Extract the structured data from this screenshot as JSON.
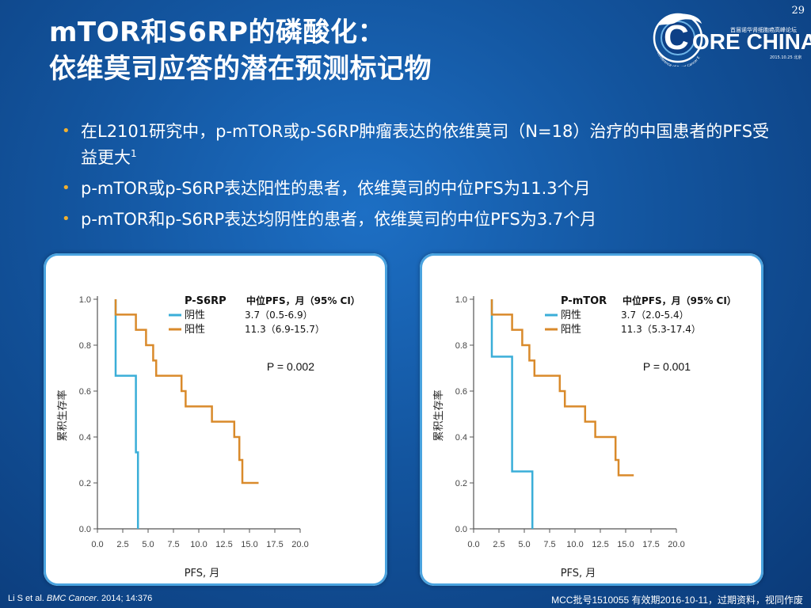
{
  "slide_number": "29",
  "title_line1": "mTOR和S6RP的磷酸化：",
  "title_line2": "依维莫司应答的潜在预测标记物",
  "logo": {
    "text": "ORE CHINA",
    "letter": "C",
    "sub": "首届诺华肾细胞癌高峰论坛",
    "date": "2015.10.25 北京",
    "arc": "Conference of Renal Cancer Experts in China"
  },
  "bullets": [
    {
      "text": "在L2101研究中，p-mTOR或p-S6RP肿瘤表达的依维莫司（N=18）治疗的中国患者的PFS受益更大",
      "sup": "1"
    },
    {
      "text": "p-mTOR或p-S6RP表达阳性的患者，依维莫司的中位PFS为11.3个月",
      "sup": ""
    },
    {
      "text": "p-mTOR和p-S6RP表达均阴性的患者，依维莫司的中位PFS为3.7个月",
      "sup": ""
    }
  ],
  "colors": {
    "negative": "#3aaed8",
    "positive": "#d98a2b",
    "bullet": "#f0b030"
  },
  "chart_data": [
    {
      "type": "line",
      "marker_name": "P-S6RP",
      "legend_header": "中位PFS，月（95% CI）",
      "xlabel": "PFS, 月",
      "ylabel": "累积生存率",
      "xlim": [
        0,
        20
      ],
      "ylim": [
        0,
        1.0
      ],
      "xticks": [
        "0.0",
        "2.5",
        "5.0",
        "7.5",
        "10.0",
        "12.5",
        "15.0",
        "17.5",
        "20.0"
      ],
      "yticks": [
        "0.0",
        "0.2",
        "0.4",
        "0.6",
        "0.8",
        "1.0"
      ],
      "p_value": "P = 0.002",
      "series": [
        {
          "name": "阴性",
          "ci": "3.7（0.5-6.9）",
          "x": [
            1.8,
            1.8,
            3.8,
            3.8,
            4.0,
            4.0
          ],
          "y": [
            1.0,
            0.667,
            0.667,
            0.333,
            0.333,
            0.0
          ]
        },
        {
          "name": "阳性",
          "ci": "11.3（6.9-15.7）",
          "x": [
            1.8,
            1.8,
            3.8,
            3.8,
            4.8,
            4.8,
            5.5,
            5.5,
            5.8,
            5.8,
            8.3,
            8.3,
            8.7,
            8.7,
            11.3,
            11.3,
            13.5,
            13.5,
            14.0,
            14.0,
            14.3,
            14.3,
            15.9
          ],
          "y": [
            1.0,
            0.933,
            0.933,
            0.867,
            0.867,
            0.8,
            0.8,
            0.733,
            0.733,
            0.667,
            0.667,
            0.6,
            0.6,
            0.533,
            0.533,
            0.467,
            0.467,
            0.4,
            0.4,
            0.3,
            0.3,
            0.2,
            0.2
          ]
        }
      ]
    },
    {
      "type": "line",
      "marker_name": "P-mTOR",
      "legend_header": "中位PFS，月（95% CI）",
      "xlabel": "PFS, 月",
      "ylabel": "累积生存率",
      "xlim": [
        0,
        20
      ],
      "ylim": [
        0,
        1.0
      ],
      "xticks": [
        "0.0",
        "2.5",
        "5.0",
        "7.5",
        "10.0",
        "12.5",
        "15.0",
        "17.5",
        "20.0"
      ],
      "yticks": [
        "0.0",
        "0.2",
        "0.4",
        "0.6",
        "0.8",
        "1.0"
      ],
      "p_value": "P = 0.001",
      "series": [
        {
          "name": "阴性",
          "ci": "3.7（2.0-5.4）",
          "x": [
            1.8,
            1.8,
            3.8,
            3.8,
            5.8,
            5.8
          ],
          "y": [
            1.0,
            0.75,
            0.75,
            0.25,
            0.25,
            0.0
          ]
        },
        {
          "name": "阳性",
          "ci": "11.3（5.3-17.4）",
          "x": [
            1.8,
            1.8,
            3.8,
            3.8,
            4.8,
            4.8,
            5.5,
            5.5,
            6.0,
            6.0,
            8.5,
            8.5,
            9.0,
            9.0,
            11.0,
            11.0,
            12.0,
            12.0,
            14.0,
            14.0,
            14.3,
            14.3,
            15.8
          ],
          "y": [
            1.0,
            0.933,
            0.933,
            0.867,
            0.867,
            0.8,
            0.8,
            0.733,
            0.733,
            0.667,
            0.667,
            0.6,
            0.6,
            0.533,
            0.533,
            0.467,
            0.467,
            0.4,
            0.4,
            0.3,
            0.3,
            0.233,
            0.233
          ]
        }
      ]
    }
  ],
  "footer_citation_prefix": "Li S et al. ",
  "footer_citation_journal": "BMC Cancer",
  "footer_citation_suffix": ". 2014; 14:376",
  "footer_right": "MCC批号1510055 有效期2016-10-11，过期资料，视同作废"
}
